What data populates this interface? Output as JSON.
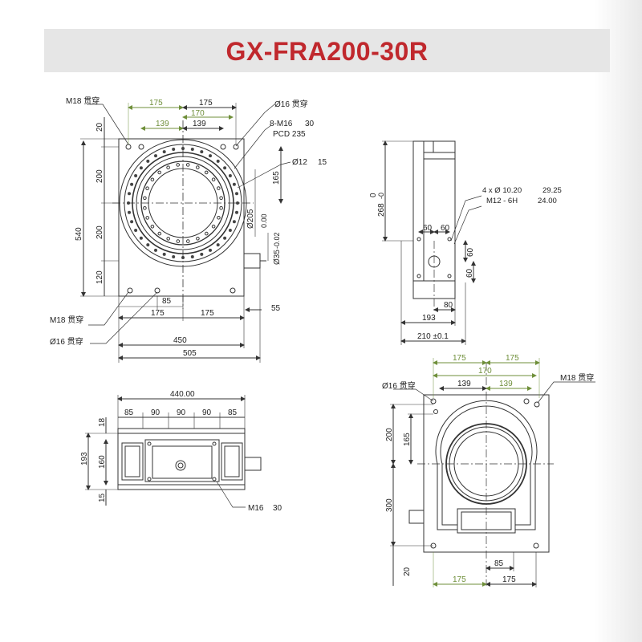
{
  "title": "GX-FRA200-30R",
  "colors": {
    "title": "#c0282d",
    "dim_green": "#6f8f3a",
    "line": "#333333",
    "bar": "#e6e6e6"
  },
  "top_view": {
    "m18": "M18 贯穿",
    "d16": "Ø16 贯穿",
    "m16_holes": "8-M16",
    "m16_depth": "30",
    "pcd": "PCD 235",
    "d12": "Ø12",
    "d12_depth": "15",
    "d205": "Ø205",
    "d35_nom": "0.00",
    "d35": "Ø35",
    "d35_tol": "-0.02",
    "dim_175_left": "175",
    "dim_175_right": "175",
    "dim_170": "170",
    "dim_139_left": "139",
    "dim_139_right": "139",
    "dim_20": "20",
    "dim_200_top": "200",
    "dim_200_bot": "200",
    "dim_120": "120",
    "dim_540": "540",
    "dim_165": "165",
    "dim_85": "85",
    "dim_175_bl": "175",
    "dim_175_br": "175",
    "dim_55": "55",
    "dim_450": "450",
    "dim_505": "505",
    "m18_bottom": "M18 贯穿",
    "d16_bottom": "Ø16 贯穿"
  },
  "side_view": {
    "dim_0": "0",
    "dim_268": "268",
    "dim_268_tol": "-0",
    "holes_a": "4 x Ø 10.20",
    "holes_a_depth": "29.25",
    "holes_b": "M12 - 6H",
    "holes_b_depth": "24.00",
    "dim_60_a": "60",
    "dim_60_b": "60",
    "dim_60_c": "60",
    "dim_60_d": "60",
    "dim_80": "80",
    "dim_193": "193",
    "dim_210": "210 ±0.1"
  },
  "front_view": {
    "dim_440": "440.00",
    "dim_85_l": "85",
    "dim_90_a": "90",
    "dim_90_b": "90",
    "dim_90_c": "90",
    "dim_85_r": "85",
    "dim_18": "18",
    "dim_193": "193",
    "dim_160": "160",
    "dim_15": "15",
    "m16": "M16",
    "m16_depth": "30"
  },
  "bottom_view": {
    "dim_175_l": "175",
    "dim_175_r": "175",
    "dim_170": "170",
    "dim_139_l": "139",
    "dim_139_r": "139",
    "d16": "Ø16 贯穿",
    "m18": "M18 贯穿",
    "dim_200": "200",
    "dim_165": "165",
    "dim_300": "300",
    "dim_20": "20",
    "dim_85": "85",
    "dim_175_bl": "175",
    "dim_175_br": "175"
  }
}
